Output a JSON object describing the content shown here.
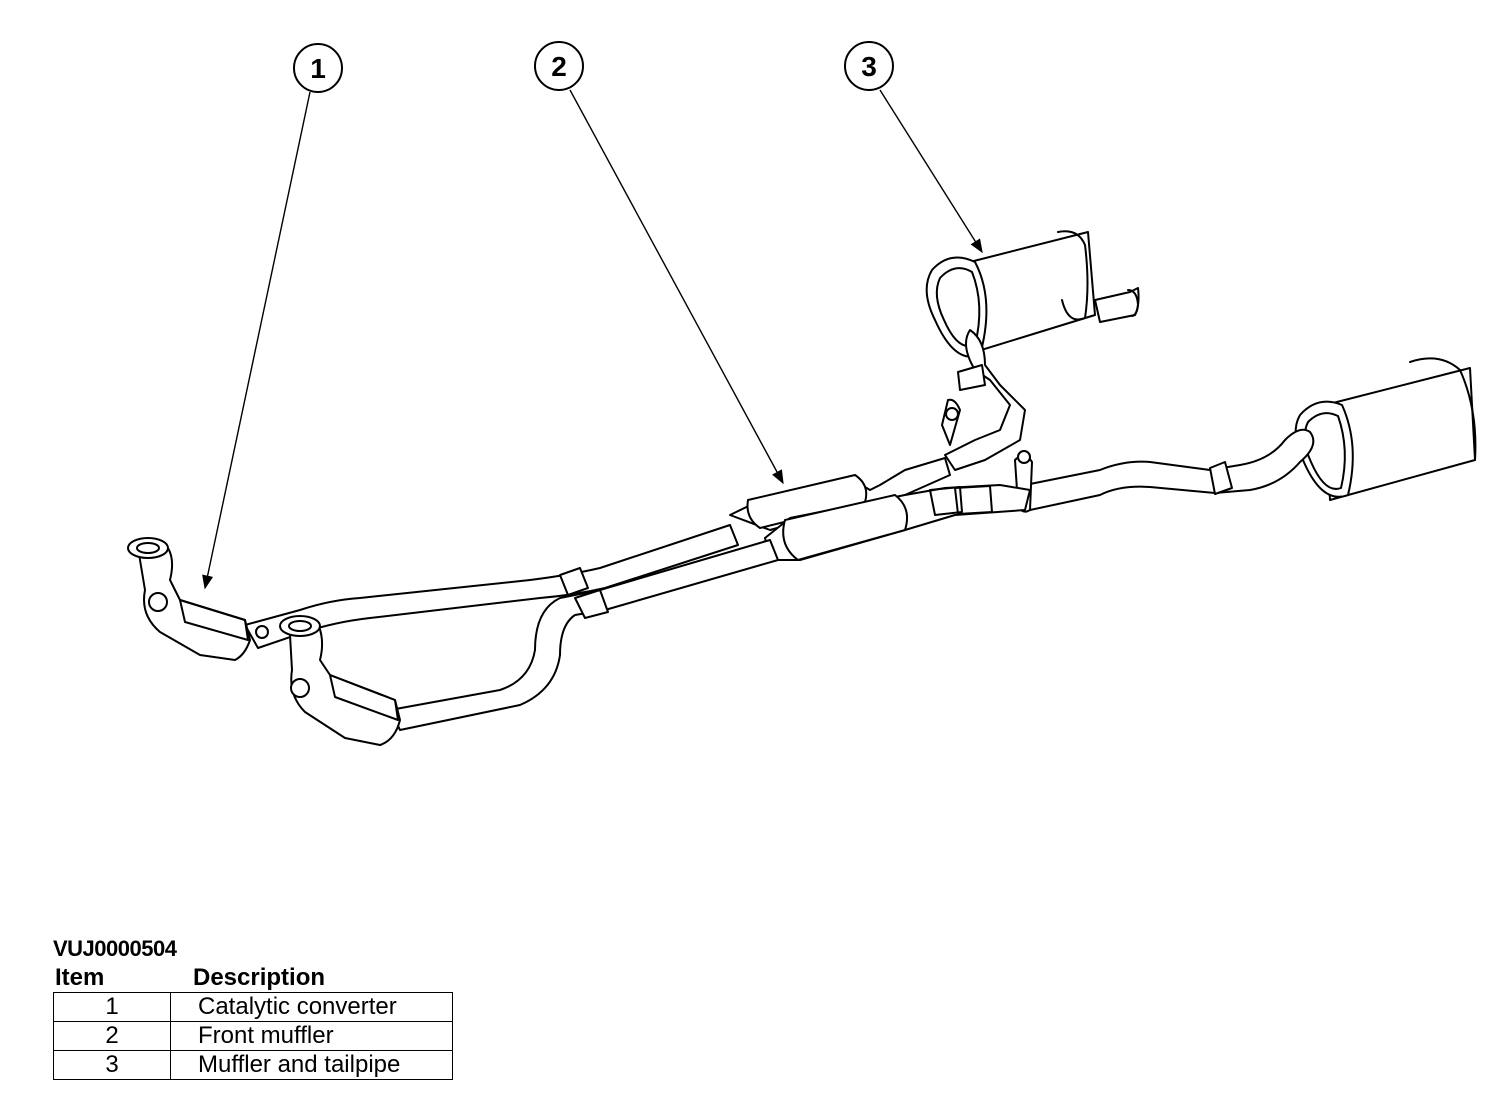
{
  "figure_id": "VUJ0000504",
  "legend": {
    "headers": {
      "item": "Item",
      "description": "Description"
    },
    "rows": [
      {
        "item": "1",
        "description": "Catalytic converter"
      },
      {
        "item": "2",
        "description": "Front muffler"
      },
      {
        "item": "3",
        "description": "Muffler and tailpipe"
      }
    ]
  },
  "callouts": [
    {
      "label": "1"
    },
    {
      "label": "2"
    },
    {
      "label": "3"
    }
  ],
  "colors": {
    "line": "#000000",
    "fill": "#ffffff"
  }
}
